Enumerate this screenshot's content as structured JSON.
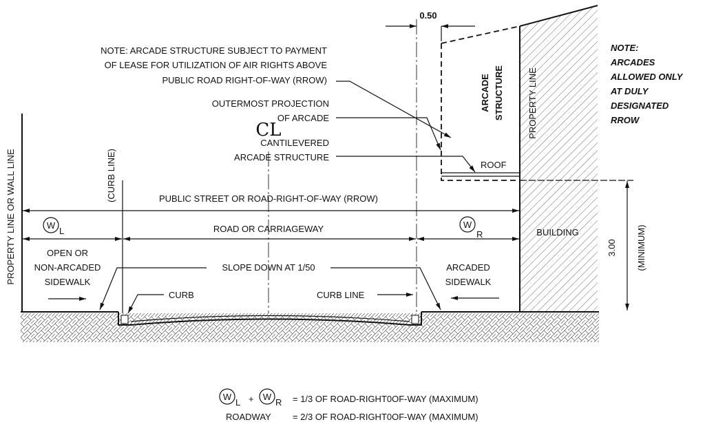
{
  "title": "Arcade section diagram",
  "dimensions": {
    "projection": "0.50",
    "clearance": "3.00",
    "clearance_note": "(MINIMUM)"
  },
  "notes": {
    "lease": [
      "NOTE:   ARCADE STRUCTURE SUBJECT TO PAYMENT",
      "OF LEASE FOR UTILIZATION OF AIR RIGHTS ABOVE",
      "PUBLIC ROAD RIGHT-OF-WAY (RROW)"
    ],
    "arcades_allowed": [
      "NOTE:",
      "ARCADES",
      "ALLOWED ONLY",
      "AT DULY",
      "DESIGNATED",
      "RROW"
    ]
  },
  "labels": {
    "outermost": [
      "OUTERMOST PROJECTION",
      "OF ARCADE"
    ],
    "cantilevered": [
      "CANTILEVERED",
      "ARCADE STRUCTURE"
    ],
    "centerline": "CL",
    "arcade_structure": [
      "ARCADE",
      "STRUCTURE"
    ],
    "roof": "ROOF",
    "property_line": "PROPERTY LINE",
    "property_or_wall_line": "PROPERTY LINE OR WALL LINE",
    "curb_line_vertical": "(CURB LINE)",
    "rrow": "PUBLIC STREET OR ROAD-RIGHT-OF-WAY (RROW)",
    "carriageway": "ROAD OR CARRIAGEWAY",
    "building": "BUILDING",
    "open_sidewalk": [
      "OPEN OR",
      "NON-ARCADED",
      "SIDEWALK"
    ],
    "slope": "SLOPE DOWN AT 1/50",
    "arcaded_sidewalk": [
      "ARCADED",
      "SIDEWALK"
    ],
    "curb": "CURB",
    "curb_line": "CURB LINE",
    "wl": {
      "w": "W",
      "sub": "L"
    },
    "wr": {
      "w": "W",
      "sub": "R"
    }
  },
  "formulas": {
    "plus": "+",
    "line1": "=  1/3 OF ROAD-RIGHT0OF-WAY (MAXIMUM)",
    "roadway": "ROADWAY",
    "line2": "=  2/3 OF ROAD-RIGHT0OF-WAY (MAXIMUM)"
  }
}
